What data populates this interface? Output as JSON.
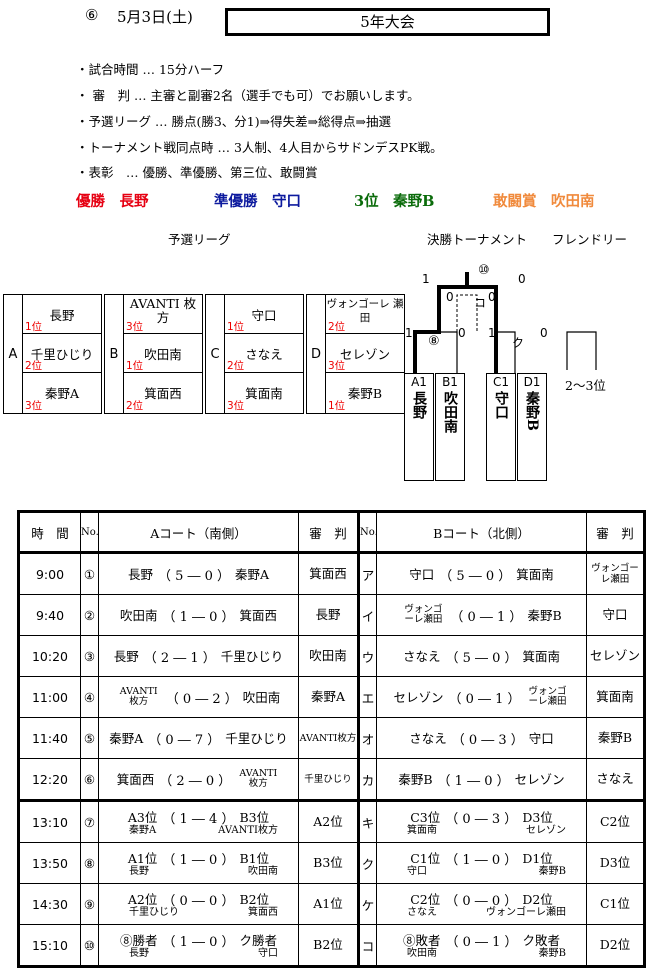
{
  "header": {
    "no": "⑥",
    "date": "5月3日(土)",
    "title": "5年大会"
  },
  "notes": [
    "・試合時間 … 15分ハーフ",
    "・ 審　判 … 主審と副審2名（選手でも可）でお願いします。",
    "・予選リーグ … 勝点(勝3、分1)⇒得失差⇒総得点⇒抽選",
    "・トーナメント戦同点時 … 3人制、4人目からサドンデスPK戦。",
    "・表彰　… 優勝、準優勝、第三位、敢闘賞"
  ],
  "awards": [
    {
      "label": "優勝　長野",
      "color": "#e60012"
    },
    {
      "label": "準優勝　守口",
      "color": "#0d1a9e"
    },
    {
      "label": "3位　秦野B",
      "color": "#0a6b0a"
    },
    {
      "label": "敢闘賞　吹田南",
      "color": "#f08a3c"
    }
  ],
  "sections": {
    "league": "予選リーグ",
    "tournament": "決勝トーナメント",
    "friendly": "フレンドリー"
  },
  "leagues": [
    {
      "letter": "A",
      "teams": [
        {
          "name": "長野",
          "rank": "1位"
        },
        {
          "name": "千里ひじり",
          "rank": "2位"
        },
        {
          "name": "秦野A",
          "rank": "3位"
        }
      ]
    },
    {
      "letter": "B",
      "teams": [
        {
          "name": "AVANTI 枚方",
          "rank": "3位"
        },
        {
          "name": "吹田南",
          "rank": "1位"
        },
        {
          "name": "箕面西",
          "rank": "2位"
        }
      ]
    },
    {
      "letter": "C",
      "teams": [
        {
          "name": "守口",
          "rank": "1位"
        },
        {
          "name": "さなえ",
          "rank": "2位"
        },
        {
          "name": "箕面南",
          "rank": "3位"
        }
      ]
    },
    {
      "letter": "D",
      "teams": [
        {
          "name": "ヴォンゴーレ 瀬田",
          "rank": "2位"
        },
        {
          "name": "セレゾン",
          "rank": "3位"
        },
        {
          "name": "秦野B",
          "rank": "1位"
        }
      ]
    }
  ],
  "bracket": {
    "final_no": "⑩",
    "third_no": "コ",
    "semi1_no": "⑧",
    "semi2_no": "ク",
    "scores": {
      "final_left": "1",
      "final_right": "0",
      "third_left": "0",
      "third_right": "0",
      "semi1_left": "1",
      "semi1_right": "0",
      "semi2_left": "1",
      "semi2_right": "0"
    },
    "teams": [
      {
        "id": "A1",
        "name": "長野"
      },
      {
        "id": "B1",
        "name": "吹田南"
      },
      {
        "id": "C1",
        "name": "守口"
      },
      {
        "id": "D1",
        "name": "秦野B"
      }
    ],
    "friendly": "2～3位"
  },
  "schedule": {
    "headers": {
      "time": "時　間",
      "no": "No.",
      "courtA": "Aコート（南側）",
      "ref": "審　判",
      "courtB": "Bコート（北側）"
    },
    "rows": [
      {
        "time": "9:00",
        "a_no": "①",
        "a_home": "長野",
        "a_score": "（ 5 ― 0 ）",
        "a_away": "秦野A",
        "a_ref": "箕面西",
        "b_no": "ア",
        "b_home": "守口",
        "b_score": "（ 5 ― 0 ）",
        "b_away": "箕面南",
        "b_ref": "ヴォンゴーレ瀬田"
      },
      {
        "time": "9:40",
        "a_no": "②",
        "a_home": "吹田南",
        "a_score": "（ 1 ― 0 ）",
        "a_away": "箕面西",
        "a_ref": "長野",
        "b_no": "イ",
        "b_home": "ヴォンゴーレ瀬田",
        "b_score": "（ 0 ― 1 ）",
        "b_away": "秦野B",
        "b_ref": "守口"
      },
      {
        "time": "10:20",
        "a_no": "③",
        "a_home": "長野",
        "a_score": "（ 2 ― 1 ）",
        "a_away": "千里ひじり",
        "a_ref": "吹田南",
        "b_no": "ウ",
        "b_home": "さなえ",
        "b_score": "（ 5 ― 0 ）",
        "b_away": "箕面南",
        "b_ref": "セレゾン"
      },
      {
        "time": "11:00",
        "a_no": "④",
        "a_home": "AVANTI枚方",
        "a_score": "（ 0 ― 2 ）",
        "a_away": "吹田南",
        "a_ref": "秦野A",
        "b_no": "エ",
        "b_home": "セレゾン",
        "b_score": "（ 0 ― 1 ）",
        "b_away": "ヴォンゴーレ瀬田",
        "b_ref": "箕面南"
      },
      {
        "time": "11:40",
        "a_no": "⑤",
        "a_home": "秦野A",
        "a_score": "（ 0 ― 7 ）",
        "a_away": "千里ひじり",
        "a_ref": "AVANTI枚方",
        "b_no": "オ",
        "b_home": "さなえ",
        "b_score": "（ 0 ― 3 ）",
        "b_away": "守口",
        "b_ref": "秦野B"
      },
      {
        "time": "12:20",
        "a_no": "⑥",
        "a_home": "箕面西",
        "a_score": "（ 2 ― 0 ）",
        "a_away": "AVANTI枚方",
        "a_ref": "千里ひじり",
        "b_no": "カ",
        "b_home": "秦野B",
        "b_score": "（ 1 ― 0 ）",
        "b_away": "セレゾン",
        "b_ref": "さなえ"
      },
      {
        "time": "13:10",
        "a_no": "⑦",
        "a_home": "A3位",
        "a_score": "（ 1 ― 4 ）",
        "a_away": "B3位",
        "a_home_sub": "秦野A",
        "a_away_sub": "AVANTI枚方",
        "a_ref": "A2位",
        "b_no": "キ",
        "b_home": "C3位",
        "b_score": "（ 0 ― 3 ）",
        "b_away": "D3位",
        "b_home_sub": "箕面南",
        "b_away_sub": "セレゾン",
        "b_ref": "C2位"
      },
      {
        "time": "13:50",
        "a_no": "⑧",
        "a_home": "A1位",
        "a_score": "（ 1 ― 0 ）",
        "a_away": "B1位",
        "a_home_sub": "長野",
        "a_away_sub": "吹田南",
        "a_ref": "B3位",
        "b_no": "ク",
        "b_home": "C1位",
        "b_score": "（ 1 ― 0 ）",
        "b_away": "D1位",
        "b_home_sub": "守口",
        "b_away_sub": "秦野B",
        "b_ref": "D3位"
      },
      {
        "time": "14:30",
        "a_no": "⑨",
        "a_home": "A2位",
        "a_score": "（ 0 ― 0 ）",
        "a_away": "B2位",
        "a_home_sub": "千里ひじり",
        "a_away_sub": "箕面西",
        "a_ref": "A1位",
        "b_no": "ケ",
        "b_home": "C2位",
        "b_score": "（ 0 ― 0 ）",
        "b_away": "D2位",
        "b_home_sub": "さなえ",
        "b_away_sub": "ヴォンゴーレ瀬田",
        "b_ref": "C1位"
      },
      {
        "time": "15:10",
        "a_no": "⑩",
        "a_home": "⑧勝者",
        "a_score": "（ 1 ― 0 ）",
        "a_away": "ク勝者",
        "a_home_sub": "長野",
        "a_away_sub": "守口",
        "a_ref": "B2位",
        "b_no": "コ",
        "b_home": "⑧敗者",
        "b_score": "（ 0 ― 1 ）",
        "b_away": "ク敗者",
        "b_home_sub": "吹田南",
        "b_away_sub": "秦野B",
        "b_ref": "D2位"
      }
    ]
  }
}
